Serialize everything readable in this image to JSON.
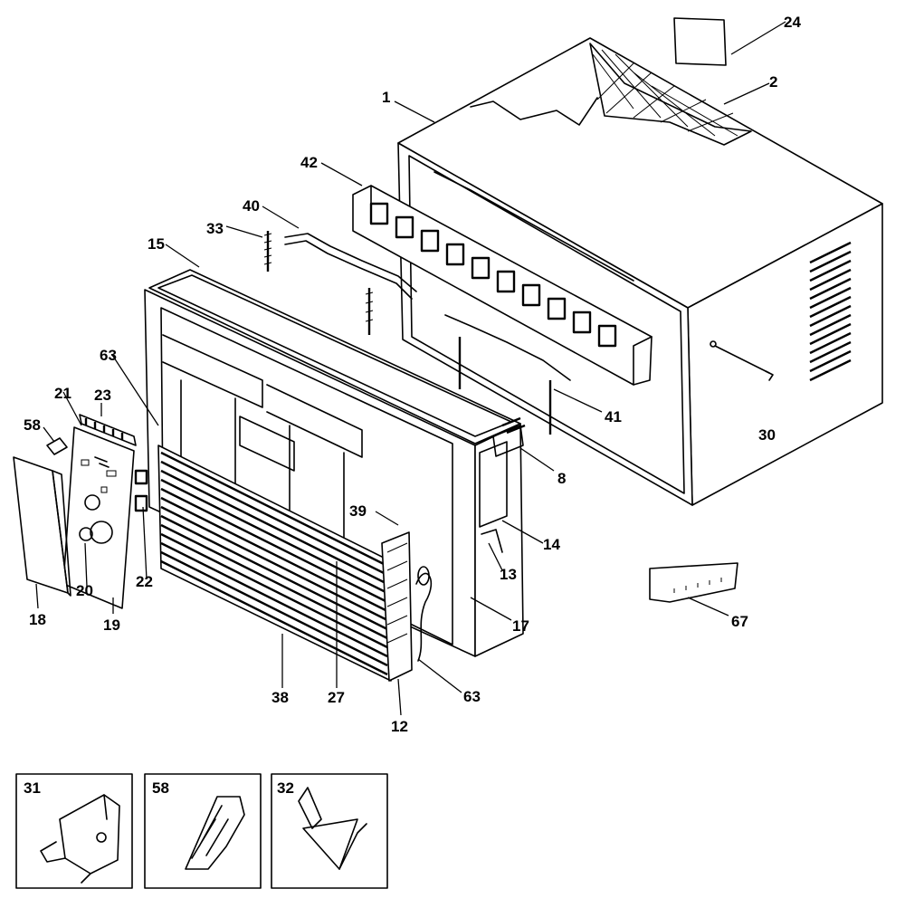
{
  "diagram": {
    "part_labels": {
      "p1": "1",
      "p2": "2",
      "p24": "24",
      "p42": "42",
      "p40": "40",
      "p33": "33",
      "p15": "15",
      "p63a": "63",
      "p21": "21",
      "p23": "23",
      "p58": "58",
      "p41": "41",
      "p30": "30",
      "p8": "8",
      "p14": "14",
      "p13": "13",
      "p39": "39",
      "p22": "22",
      "p20": "20",
      "p18": "18",
      "p19": "19",
      "p17": "17",
      "p67": "67",
      "p63b": "63",
      "p38": "38",
      "p27": "27",
      "p12": "12"
    },
    "inset_labels": {
      "inset31": "31",
      "inset58": "58",
      "inset32": "32"
    }
  }
}
